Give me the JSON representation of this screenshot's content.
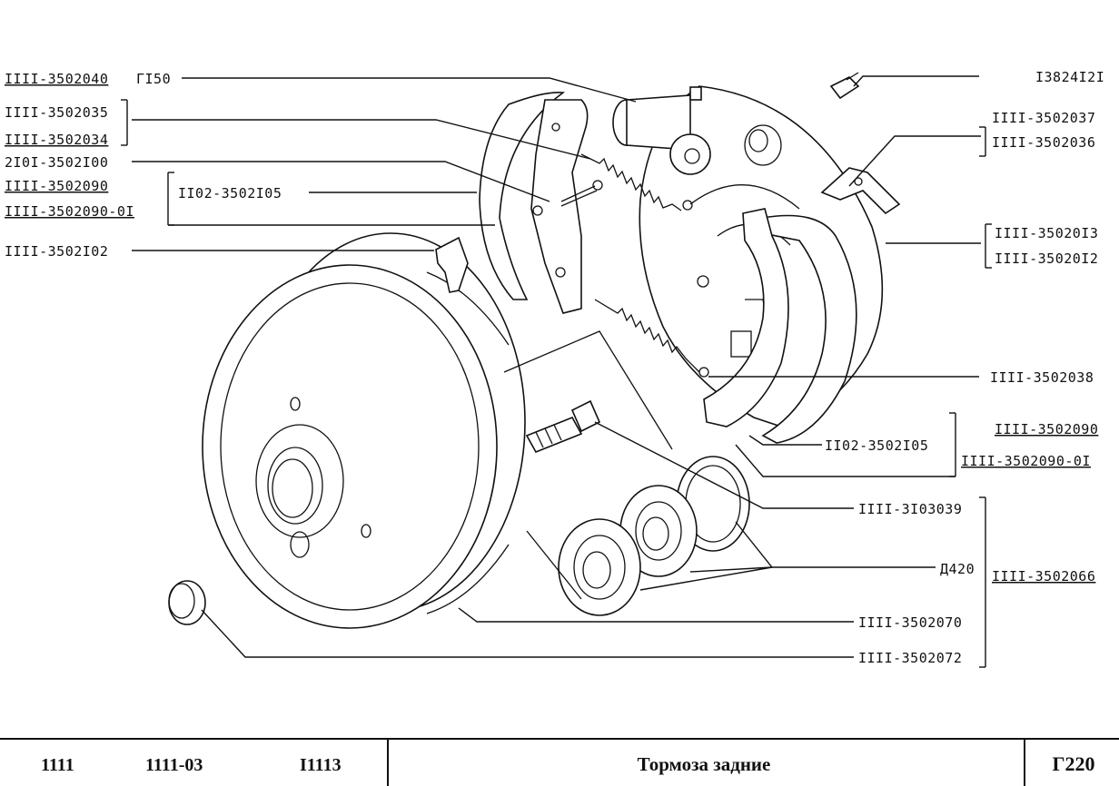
{
  "labels": {
    "l1a": "IIII-3502040",
    "l1b": "ГI50",
    "l2": "IIII-3502035",
    "l3": "IIII-3502034",
    "l4": "2I0I-3502I00",
    "l5": "IIII-3502090",
    "l6": "IIII-3502090-0I",
    "l7": "II02-3502I05",
    "l8": "IIII-3502I02",
    "r1": "I3824I2I",
    "r2": "IIII-3502037",
    "r3": "IIII-3502036",
    "r4": "IIII-35020I3",
    "r5": "IIII-35020I2",
    "r6": "IIII-3502038",
    "r7": "IIII-3502090",
    "r8": "II02-3502I05",
    "r9": "IIII-3502090-0I",
    "r10": "IIII-3I03039",
    "r11": "Д420",
    "r12": "IIII-3502066",
    "r13": "IIII-3502070",
    "r14": "IIII-3502072"
  },
  "footer": {
    "model1": "1111",
    "model2": "1111-03",
    "model3": "I1113",
    "title": "Тормоза задние",
    "code": "Г220"
  }
}
